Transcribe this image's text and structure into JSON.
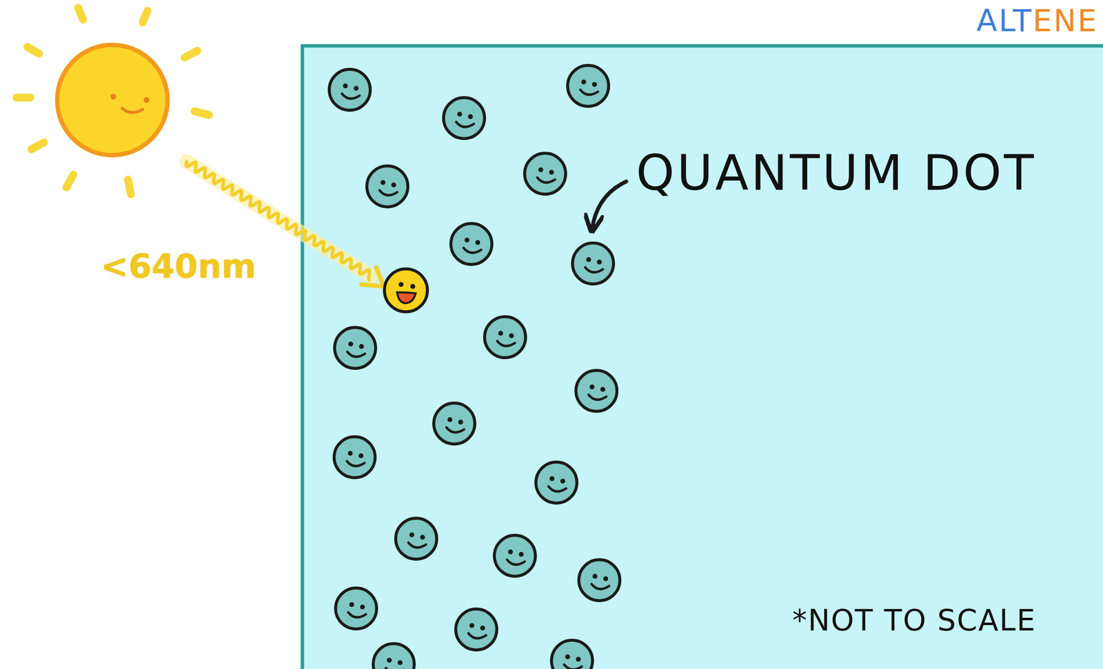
{
  "diagram": {
    "labels": [
      "ALTENE",
      "<640nm",
      "QUANTUM DOT",
      "*NOT TO SCALE"
    ]
  }
}
